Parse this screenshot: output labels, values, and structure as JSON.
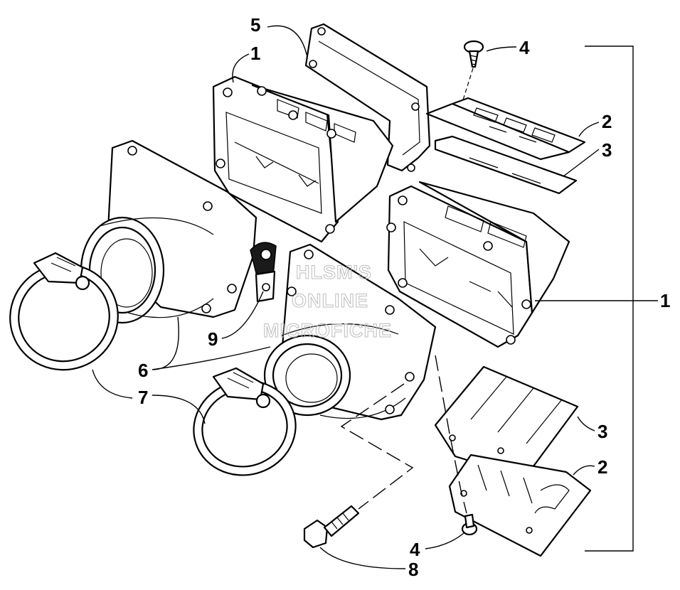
{
  "callouts": {
    "c5": "5",
    "c1_top": "1",
    "c4_top": "4",
    "c2_top": "2",
    "c3_top": "3",
    "c1_right": "1",
    "c9": "9",
    "c6": "6",
    "c7": "7",
    "c3_bottom": "3",
    "c2_bottom": "2",
    "c4_bottom": "4",
    "c8": "8"
  },
  "watermark": {
    "line1": "HLSM'S",
    "line2": "ONLINE",
    "line3": "MICROFICHE"
  }
}
